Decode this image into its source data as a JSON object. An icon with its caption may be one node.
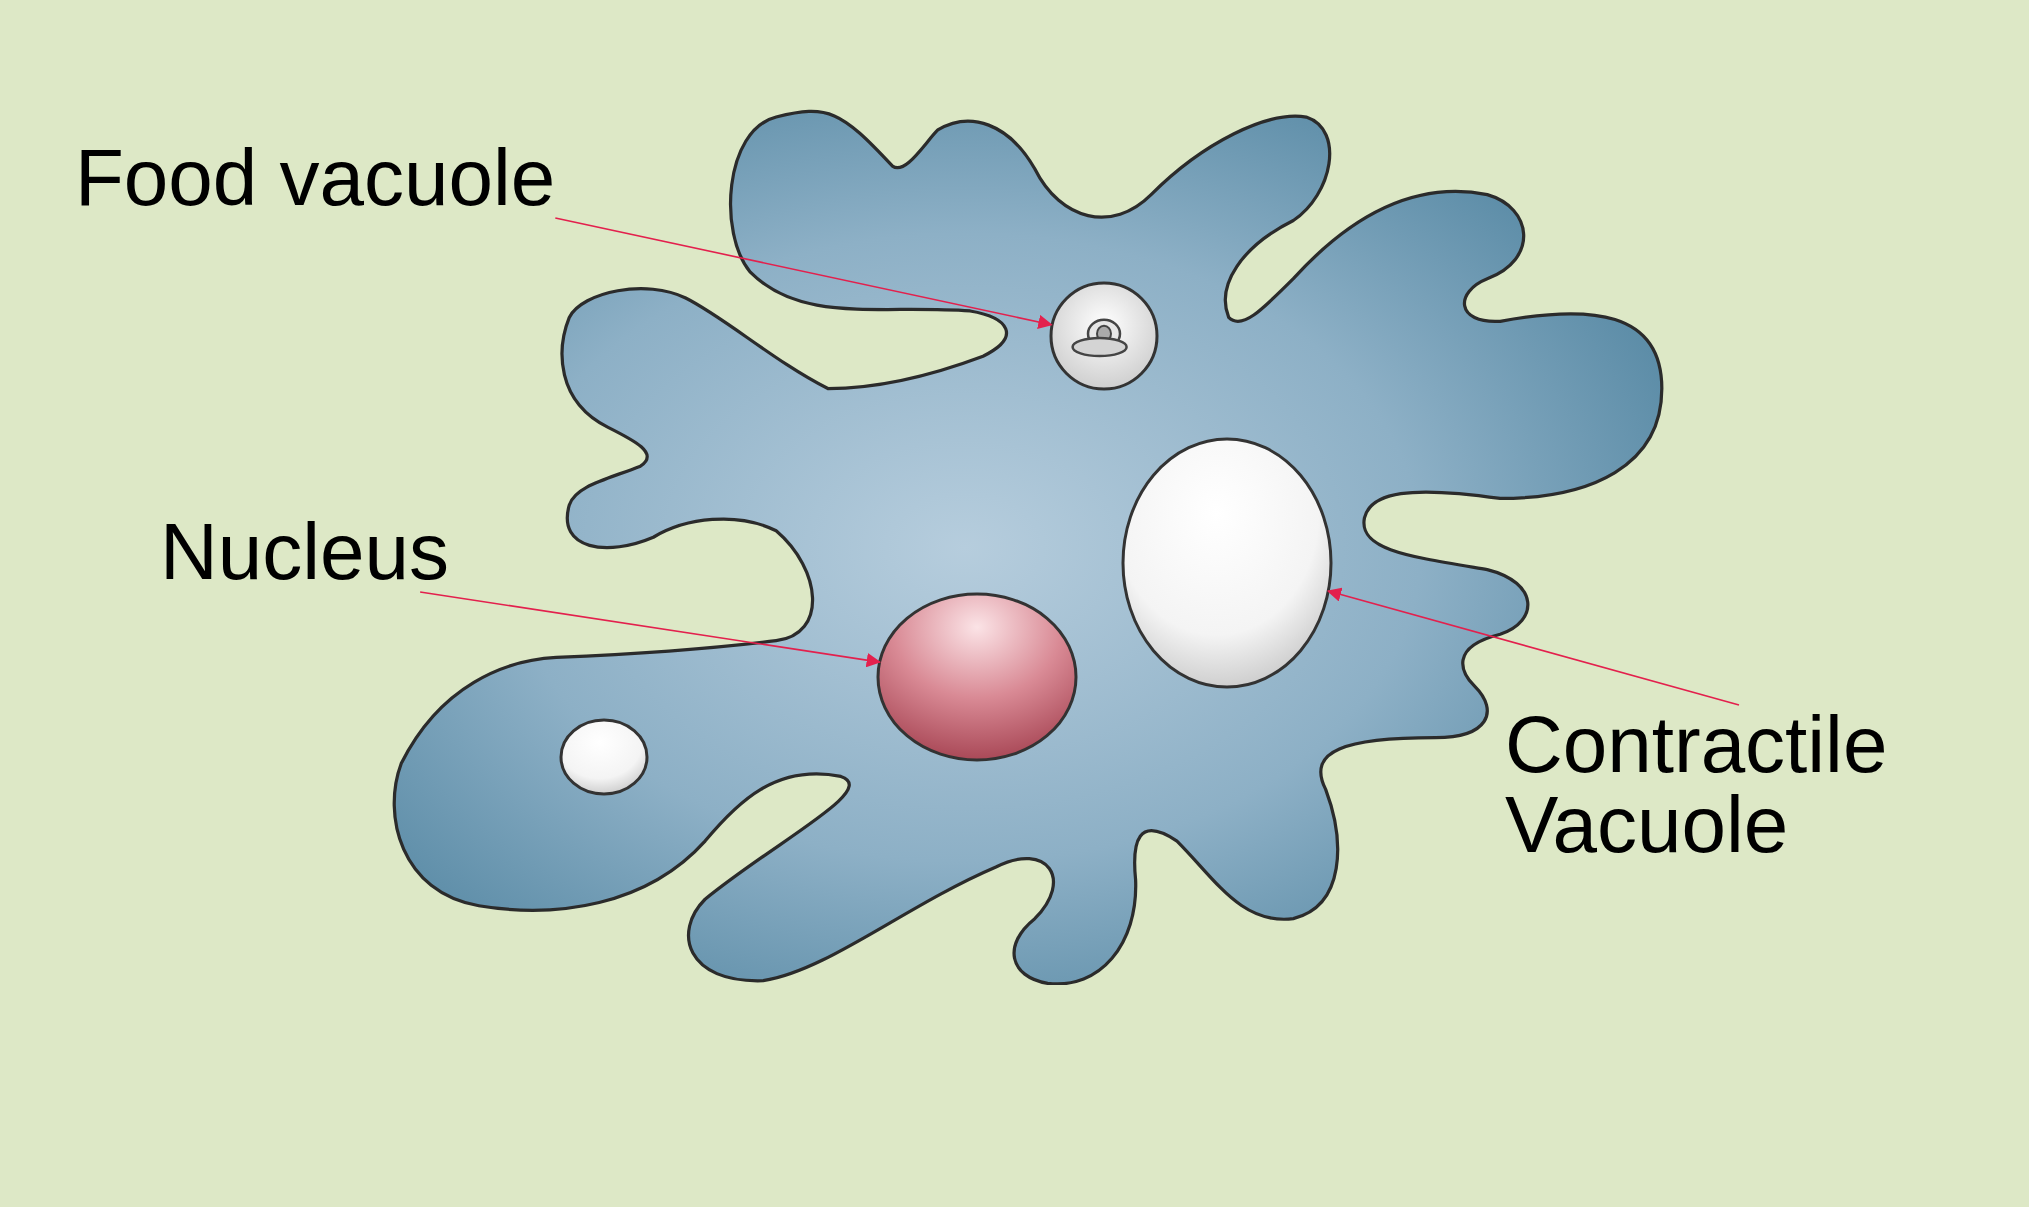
{
  "diagram": {
    "nodes": [
      {
        "text": [
          "Food vacuole"
        ]
      },
      {
        "text": [],
        "shape": "circle"
      },
      {
        "text": [
          "Nucleus"
        ]
      },
      {
        "text": [],
        "shape": "circle"
      },
      {
        "text": [
          "Contractile Vacuole"
        ]
      },
      {
        "text": [],
        "shape": "circle"
      },
      {
        "text": [],
        "shape": "circle"
      }
    ],
    "edges": [
      {
        "from": 0,
        "to": 1,
        "arrow": "to"
      },
      {
        "from": 2,
        "to": 3,
        "arrow": "to"
      },
      {
        "from": 4,
        "to": 5,
        "arrow": "to"
      }
    ]
  }
}
